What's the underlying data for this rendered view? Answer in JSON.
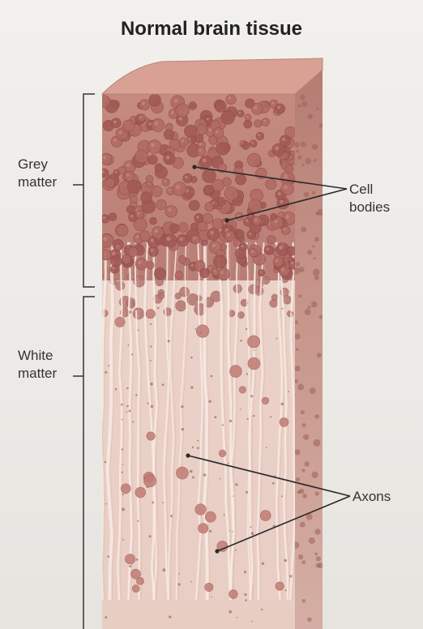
{
  "title": "Normal brain tissue",
  "labels": {
    "grey_matter": [
      "Grey",
      "matter"
    ],
    "white_matter": [
      "White",
      "matter"
    ],
    "cell_bodies": [
      "Cell",
      "bodies"
    ],
    "axons": "Axons"
  },
  "colors": {
    "grey_matter_base": "#b97d74",
    "cell_body": "#a25a55",
    "white_matter_base": "#e9cfc5",
    "axon_line": "#f7ebe4",
    "side_face": "#c9968a",
    "top_face": "#d9a397",
    "leader_line": "#2a2a2a"
  }
}
